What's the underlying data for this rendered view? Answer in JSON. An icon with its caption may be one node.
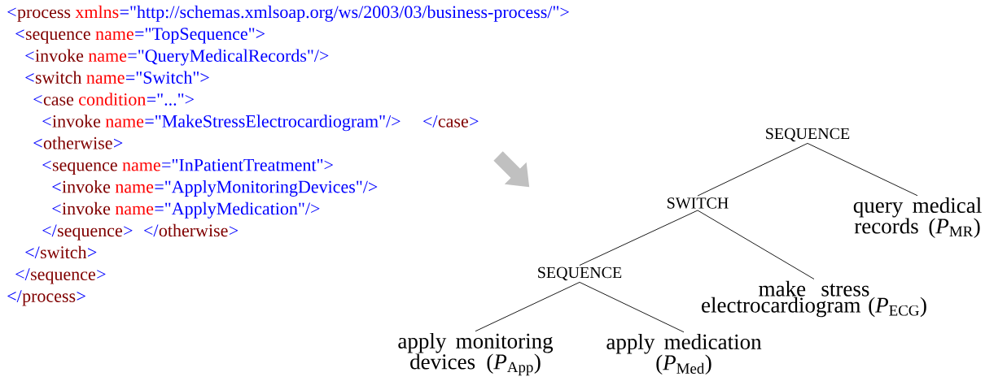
{
  "diagram": {
    "nodes": [
      {
        "text": [
          "SEQUENCE"
        ]
      },
      {
        "text": [
          "SWITCH"
        ]
      },
      {
        "text": [
          "query medical records (*P*$_{MR}$)"
        ]
      },
      {
        "text": [
          "SEQUENCE"
        ]
      },
      {
        "text": [
          "make stress electrocardiogram (*P*$_{ECG}$)"
        ]
      },
      {
        "text": [
          "apply monitoring devices (*P*$_{App}$)"
        ]
      },
      {
        "text": [
          "apply medication (*P*$_{Med}$)"
        ]
      }
    ],
    "edges": [
      {
        "from": 0,
        "to": 1,
        "arrow": "none"
      },
      {
        "from": 0,
        "to": 2,
        "arrow": "none"
      },
      {
        "from": 1,
        "to": 3,
        "arrow": "none"
      },
      {
        "from": 1,
        "to": 4,
        "arrow": "none"
      },
      {
        "from": 3,
        "to": 5,
        "arrow": "none"
      },
      {
        "from": 3,
        "to": 6,
        "arrow": "none"
      }
    ],
    "labels": [
      "<",
      "process",
      "xmlns",
      "=\"http://schemas.xmlsoap.org/ws/2003/03/business-process/\">",
      "<",
      "sequence",
      "name",
      "=\"TopSequence\">",
      "<",
      "invoke",
      "name",
      "=\"QueryMedicalRecords\"/>",
      "<",
      "switch",
      "name",
      "=\"Switch\">",
      "<",
      "case",
      "condition",
      "=\"...\">",
      "<",
      "invoke",
      "name",
      "=\"MakeStressElectrocardiogram\"/>",
      "</",
      "case",
      ">",
      "<",
      "otherwise",
      ">",
      "<",
      "sequence",
      "name",
      "=\"InPatientTreatment\">",
      "<",
      "invoke",
      "name",
      "=\"ApplyMonitoringDevices\"/>",
      "<",
      "invoke",
      "name",
      "=\"ApplyMedication\"/>",
      "</",
      "sequence",
      ">",
      "</",
      "otherwise",
      ">",
      "</",
      "switch",
      ">",
      "</",
      "sequence",
      ">",
      "</",
      "process",
      ">"
    ]
  }
}
